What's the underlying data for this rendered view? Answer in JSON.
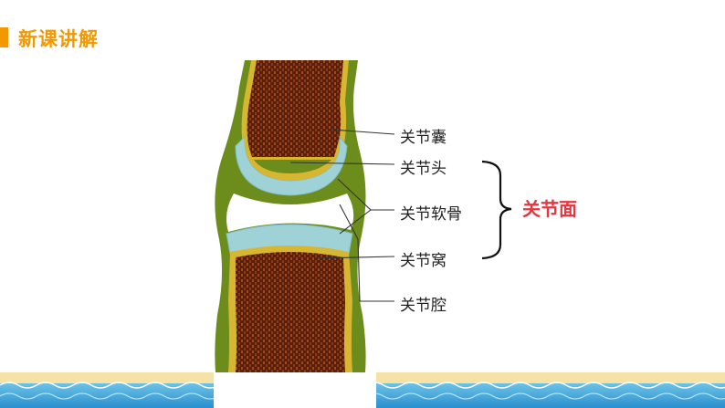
{
  "header": {
    "title": "新课讲解"
  },
  "diagram": {
    "labels": {
      "capsule": "关节囊",
      "head": "关节头",
      "cartilage": "关节软骨",
      "socket": "关节窝",
      "cavity": "关节腔"
    },
    "group_term": "关节面"
  },
  "colors": {
    "accent": "#f39800",
    "term": "#e8343f",
    "capsule": "#6c8c1c",
    "bone": "#5a1e0c",
    "cartilage": "#9fd2d6",
    "bone_rim": "#d7b632"
  }
}
